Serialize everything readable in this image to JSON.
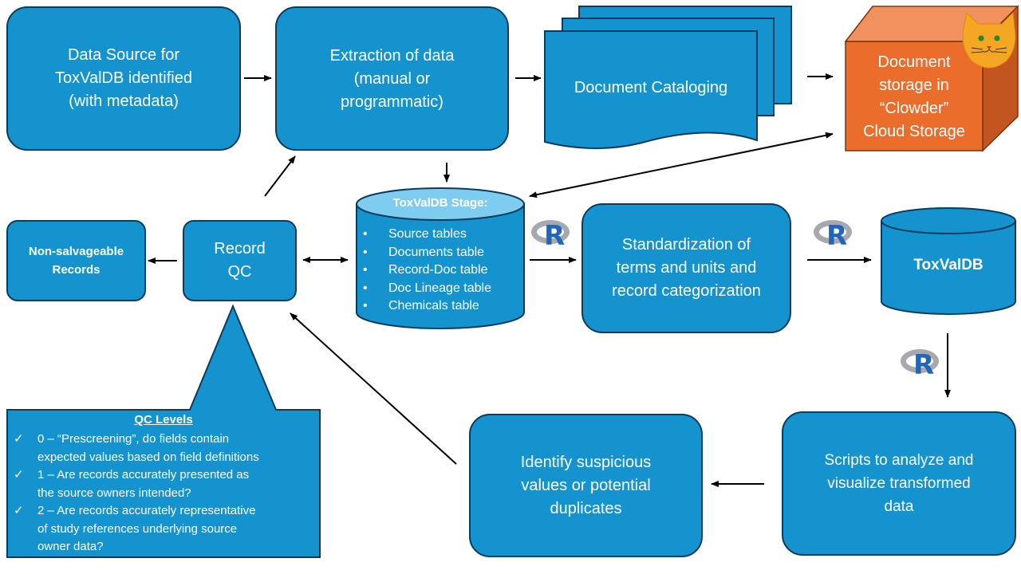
{
  "nodes": {
    "data_source": {
      "lines": [
        "Data Source for",
        "ToxValDB identified",
        "(with metadata)"
      ]
    },
    "extraction": {
      "lines": [
        "Extraction of data",
        "(manual or",
        "programmatic)"
      ]
    },
    "doc_cataloging": {
      "label": "Document Cataloging"
    },
    "doc_storage": {
      "lines": [
        "Document",
        "storage in",
        "“Clowder”",
        "Cloud Storage"
      ]
    },
    "non_salvageable": {
      "lines": [
        "Non-salvageable",
        "Records"
      ]
    },
    "record_qc": {
      "lines": [
        "Record",
        "QC"
      ]
    },
    "toxvaldb_stage": {
      "title": "ToxValDB Stage:",
      "items": [
        "Source tables",
        "Documents table",
        "Record-Doc table",
        "Doc Lineage table",
        "Chemicals table"
      ]
    },
    "standardization": {
      "lines": [
        "Standardization of",
        "terms and units and",
        "record categorization"
      ]
    },
    "toxvaldb": {
      "label": "ToxValDB"
    },
    "scripts": {
      "lines": [
        "Scripts to analyze and",
        "visualize transformed",
        "data"
      ]
    },
    "identify": {
      "lines": [
        "Identify suspicious",
        "values or potential",
        "duplicates"
      ]
    }
  },
  "qc_levels": {
    "title": "QC Levels",
    "items": [
      {
        "lines": [
          "0 – “Prescreening”, do fields contain",
          "expected values based on field definitions"
        ]
      },
      {
        "lines": [
          "1 – Are records accurately presented as",
          "the source owners intended?"
        ]
      },
      {
        "lines": [
          "2 – Are records accurately representative",
          "of study references underlying source",
          "owner data?"
        ]
      }
    ]
  },
  "r_logo_letter": "R",
  "icons": [
    "r-logo",
    "r-logo",
    "r-logo",
    "cat-icon",
    "check-icon"
  ],
  "colors": {
    "box_fill": "#1593cf",
    "box_border": "#0d3b5c",
    "storage_front": "#ea6d2c",
    "storage_top": "#f0915e",
    "storage_side": "#c25520",
    "cylinder_top": "#7ecdf0",
    "arrow": "#000000"
  }
}
